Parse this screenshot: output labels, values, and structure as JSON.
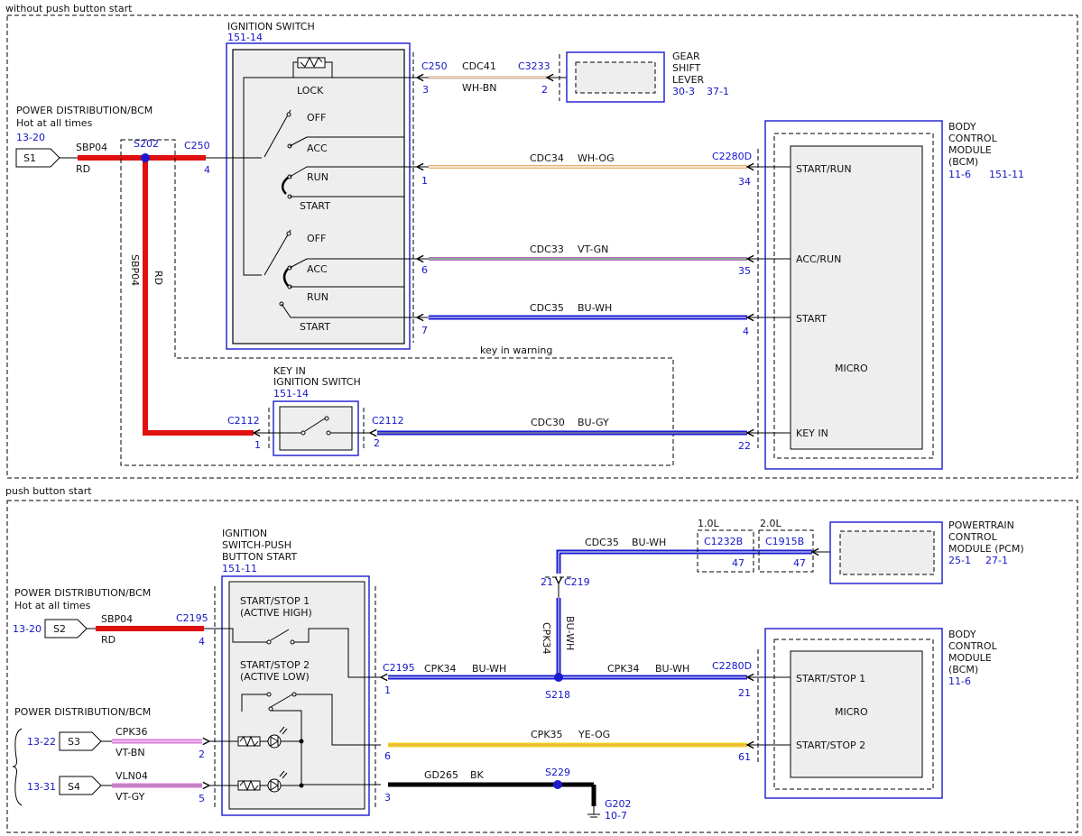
{
  "sections": {
    "top_title": "without push button start",
    "bottom_title": "push button start"
  },
  "top": {
    "pd_title": "POWER DISTRIBUTION/BCM",
    "pd_sub": "Hot at all times",
    "pd_ref": "13-20",
    "s1": "S1",
    "sbp04": "SBP04",
    "rd": "RD",
    "s202": "S202",
    "c250": "C250",
    "c250_pin4": "4",
    "sbp04_v": "SBP04",
    "rd_v": "RD",
    "ign_title": "IGNITION SWITCH",
    "ign_ref": "151-14",
    "lock": "LOCK",
    "off": "OFF",
    "acc": "ACC",
    "run": "RUN",
    "start": "START",
    "gear": {
      "c250": "C250",
      "pin3": "3",
      "circuit": "CDC41",
      "color": "WH-BN",
      "c3233": "C3233",
      "pin2": "2",
      "l1": "GEAR",
      "l2": "SHIFT",
      "l3": "LEVER",
      "ref1": "30-3",
      "ref2": "37-1"
    },
    "bcm": {
      "l1": "BODY",
      "l2": "CONTROL",
      "l3": "MODULE",
      "l4": "(BCM)",
      "ref1": "11-6",
      "ref2": "151-11",
      "start_run": "START/RUN",
      "acc_run": "ACC/RUN",
      "start": "START",
      "micro": "MICRO",
      "key_in": "KEY IN"
    },
    "w1": {
      "circuit": "CDC34",
      "color": "WH-OG",
      "conn": "C2280D",
      "left": "1",
      "right": "34"
    },
    "w2": {
      "circuit": "CDC33",
      "color": "VT-GN",
      "left": "6",
      "right": "35"
    },
    "w3": {
      "circuit": "CDC35",
      "color": "BU-WH",
      "left": "7",
      "right": "4"
    },
    "key_in_warning": "key in warning",
    "kis": {
      "l1": "KEY IN",
      "l2": "IGNITION SWITCH",
      "ref": "151-14",
      "c2112_left": "C2112",
      "pin1": "1",
      "c2112_right": "C2112",
      "pin2": "2",
      "circuit": "CDC30",
      "color": "BU-GY",
      "pin22": "22"
    }
  },
  "bottom": {
    "pd1_title": "POWER DISTRIBUTION/BCM",
    "pd1_sub": "Hot at all times",
    "pd1_ref": "13-20",
    "s2": "S2",
    "sbp04": "SBP04",
    "rd": "RD",
    "c2195_a": "C2195",
    "pin4": "4",
    "ign_l1": "IGNITION",
    "ign_l2": "SWITCH-PUSH",
    "ign_l3": "BUTTON START",
    "ign_ref": "151-11",
    "ss1_l1": "START/STOP 1",
    "ss1_l2": "(ACTIVE HIGH)",
    "ss2_l1": "START/STOP 2",
    "ss2_l2": "(ACTIVE LOW)",
    "pd2_title": "POWER DISTRIBUTION/BCM",
    "s3_ref": "13-22",
    "s3": "S3",
    "cpk36": "CPK36",
    "vtbn": "VT-BN",
    "pin2": "2",
    "s4_ref": "13-31",
    "s4": "S4",
    "vln04": "VLN04",
    "vtgy": "VT-GY",
    "pin5": "5",
    "c2195_b": "C2195",
    "pin1": "1",
    "cpk34_a": "CPK34",
    "buwh_a": "BU-WH",
    "s218": "S218",
    "cpk34_b": "CPK34",
    "buwh_b": "BU-WH",
    "c2280d": "C2280D",
    "pin21": "21",
    "cpk34_v": "CPK34",
    "buwh_v": "BU-WH",
    "c219_pin": "21",
    "c219": "C219",
    "cdc35": "CDC35",
    "buwh_c": "BU-WH",
    "eng1": "1.0L",
    "eng2": "2.0L",
    "c1232b": "C1232B",
    "c1915b": "C1915B",
    "pin47a": "47",
    "pin47b": "47",
    "pcm": {
      "l1": "POWERTRAIN",
      "l2": "CONTROL",
      "l3": "MODULE (PCM)",
      "ref1": "25-1",
      "ref2": "27-1"
    },
    "pin6": "6",
    "cpk35": "CPK35",
    "yeog": "YE-OG",
    "pin61": "61",
    "pin3": "3",
    "gd265": "GD265",
    "bk": "BK",
    "s229": "S229",
    "g202": "G202",
    "g202_ref": "10-7",
    "bcm": {
      "l1": "BODY",
      "l2": "CONTROL",
      "l3": "MODULE",
      "l4": "(BCM)",
      "ref": "11-6",
      "ss1": "START/STOP 1",
      "micro": "MICRO",
      "ss2": "START/STOP 2"
    }
  },
  "colors": {
    "blue_label": "#1515c8",
    "red_wire": "#e01010",
    "blue_wire": "#1a1ad0",
    "yellow_wire": "#f0d020",
    "pink_wire": "#d878d8",
    "black_wire": "#000000"
  }
}
